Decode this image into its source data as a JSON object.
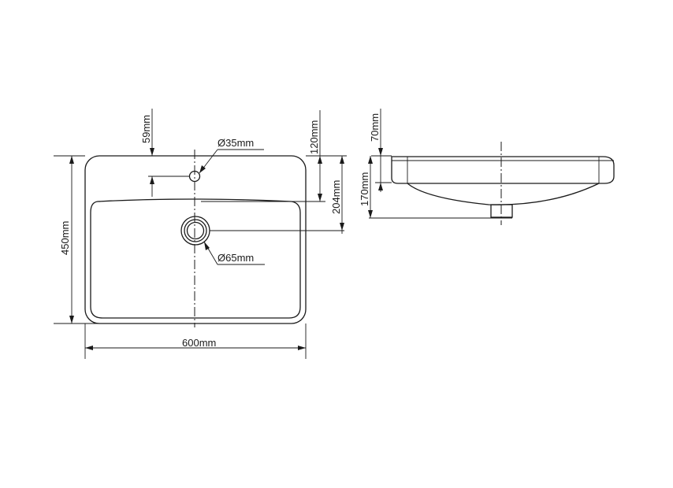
{
  "top_view": {
    "overall_width": "600mm",
    "overall_depth": "450mm",
    "tap_hole_offset": "59mm",
    "tap_hole_diameter": "Ø35mm",
    "drain_diameter": "Ø65mm",
    "ledge_depth": "120mm",
    "drain_offset": "204mm"
  },
  "side_view": {
    "rim_height": "70mm",
    "total_height": "170mm"
  }
}
